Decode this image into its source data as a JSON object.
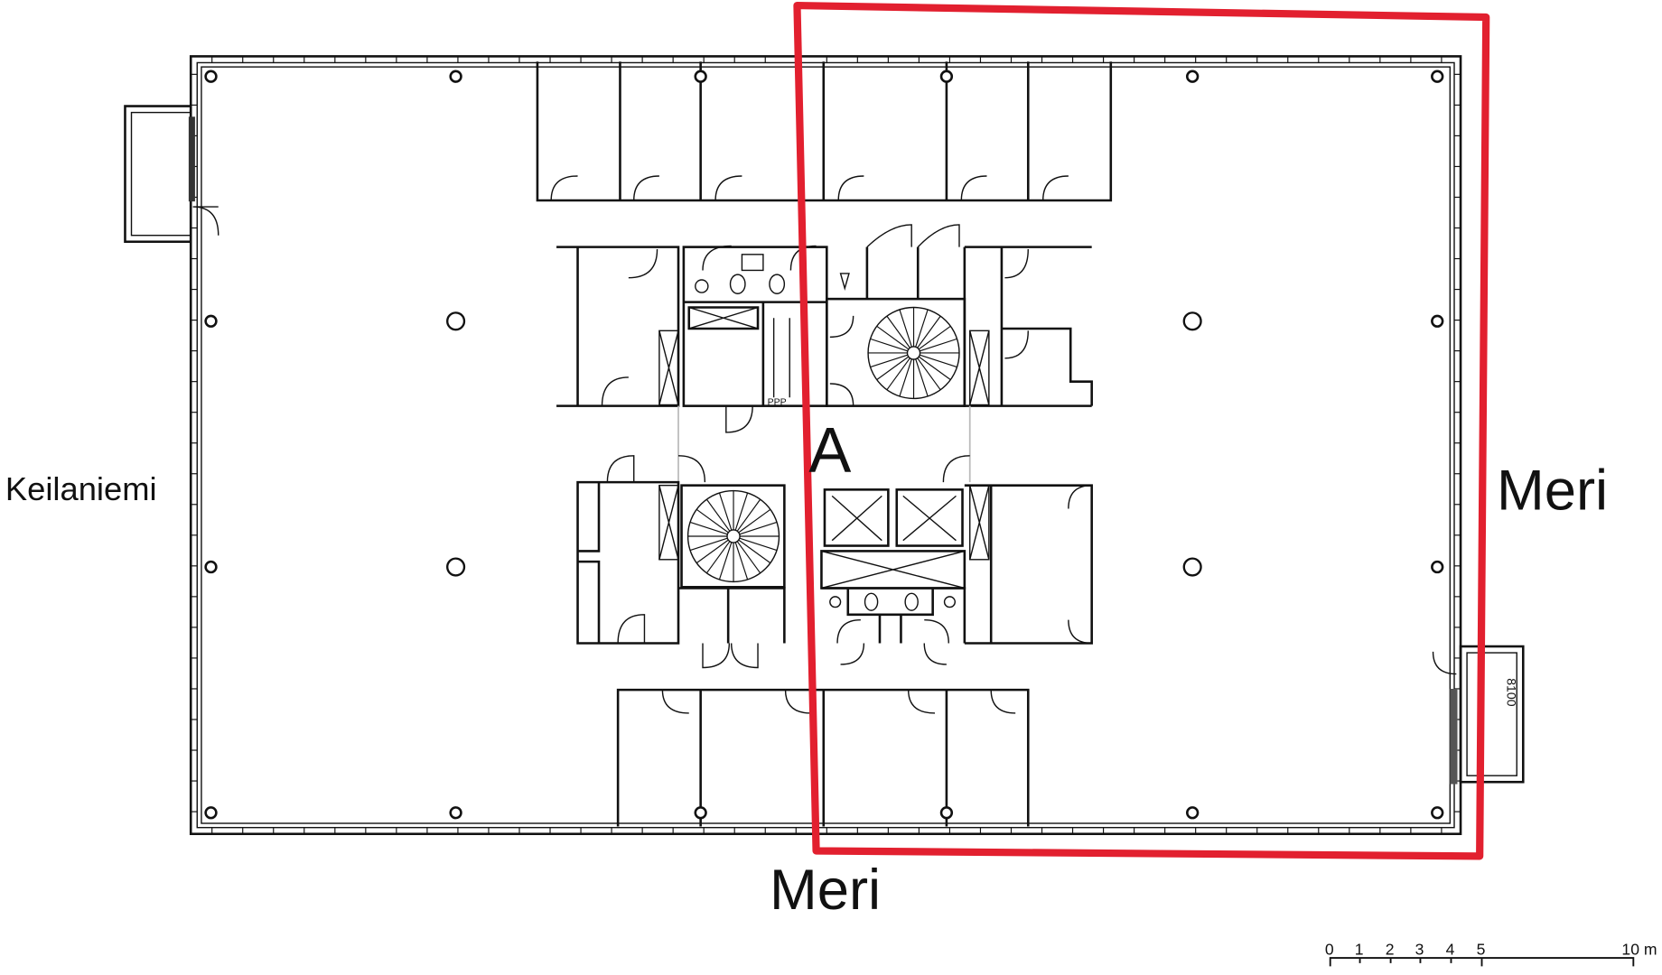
{
  "plan": {
    "building_label": "A",
    "labels": {
      "west": "Keilaniemi",
      "east": "Meri",
      "south": "Meri"
    },
    "room_tag": "PPP",
    "balcony_dimension": "8100",
    "highlight_color": "#e2202f"
  },
  "scale_bar": {
    "ticks": [
      "0",
      "1",
      "2",
      "3",
      "4",
      "5"
    ],
    "end_label": "10 m"
  }
}
